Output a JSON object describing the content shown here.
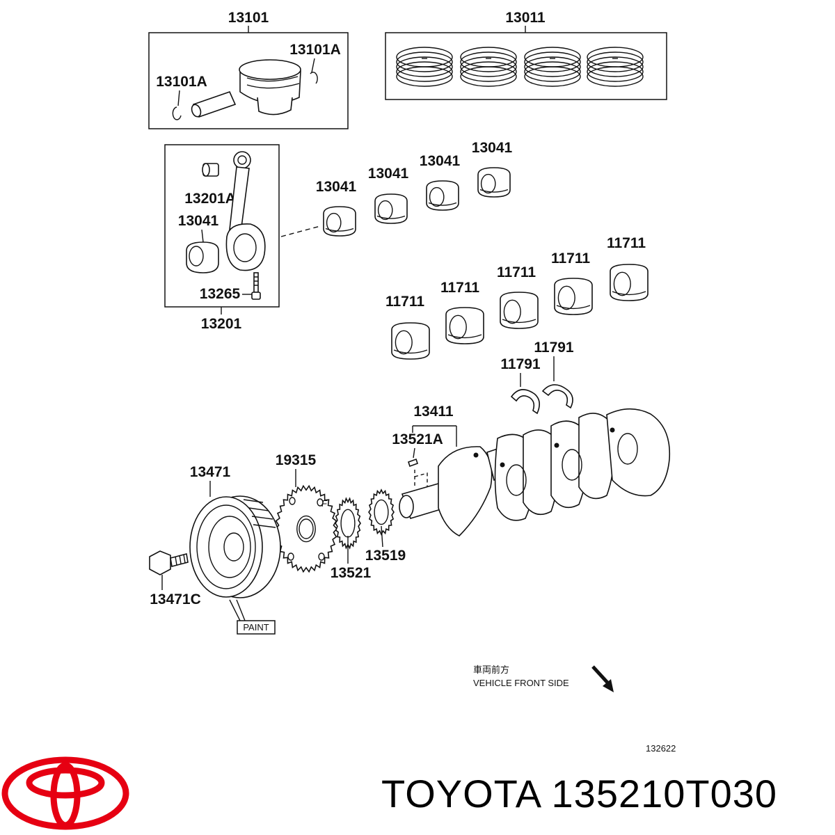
{
  "labels": {
    "piston_set": "13101",
    "ring_set": "13011",
    "snap_ring_right": "13101A",
    "snap_ring_left": "13101A",
    "rod_bushing": "13201A",
    "rod_bearing_in_box": "13041",
    "rod_bearing_1": "13041",
    "rod_bearing_2": "13041",
    "rod_bearing_3": "13041",
    "rod_bearing_4": "13041",
    "rod_bolt": "13265",
    "conrod_assembly": "13201",
    "main_bearing_1": "11711",
    "main_bearing_2": "11711",
    "main_bearing_3": "11711",
    "main_bearing_4": "11711",
    "main_bearing_5": "11711",
    "thrust_washer_1": "11791",
    "thrust_washer_2": "11791",
    "crankshaft": "13411",
    "crank_key": "13521A",
    "pulley": "13471",
    "pulley_bolt": "13471C",
    "signal_plate": "19315",
    "crank_gear": "13521",
    "sprocket": "13519",
    "paint": "PAINT",
    "direction_jp": "車両前方",
    "direction_en": "VEHICLE FRONT SIDE",
    "diagram_number": "132622"
  },
  "caption": "TOYOTA 135210T030",
  "logo": {
    "name": "toyota-logo",
    "color": "#e60012"
  }
}
